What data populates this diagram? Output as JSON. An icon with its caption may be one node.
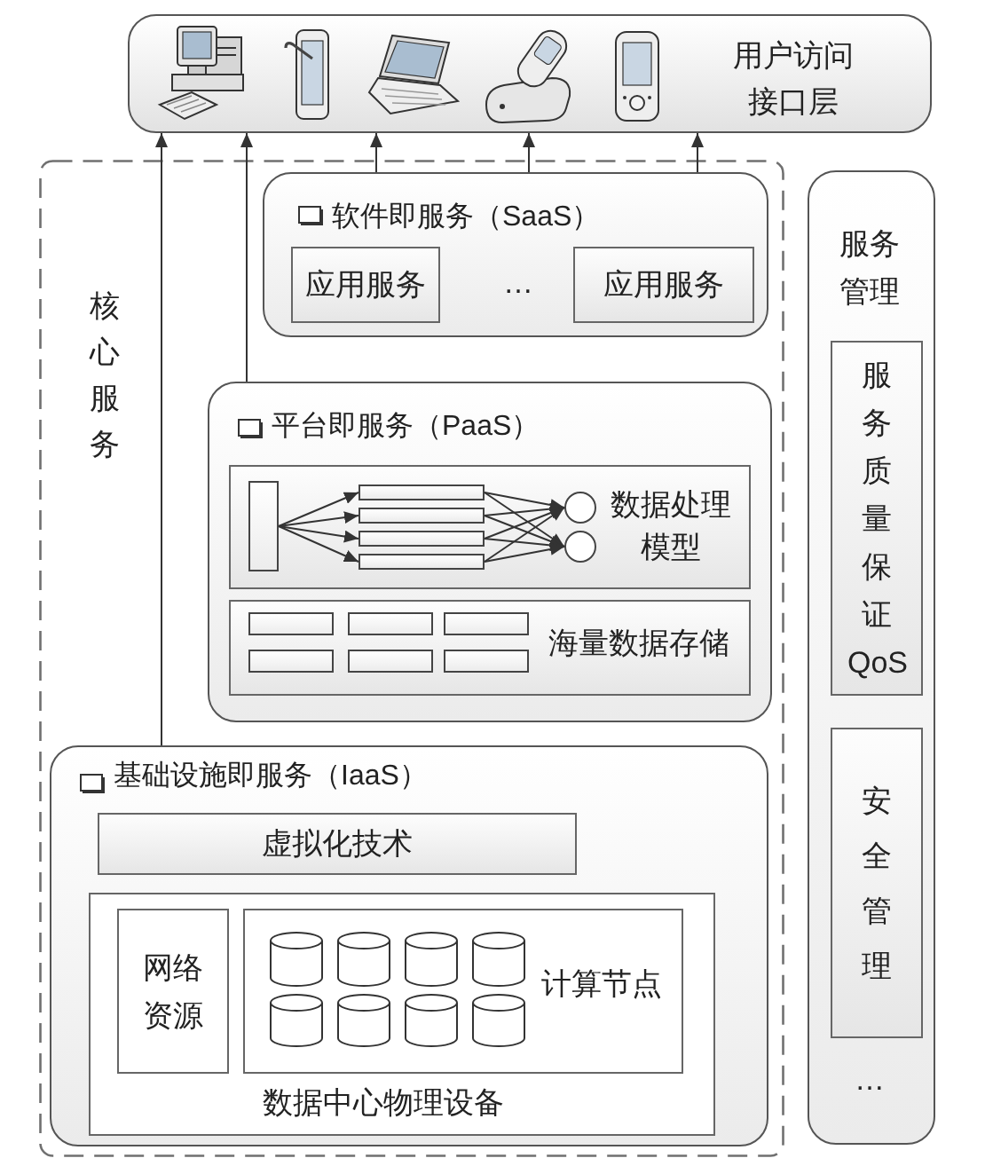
{
  "diagram": {
    "nodes": [
      {
        "text": [
          "用户访问接口层"
        ]
      },
      {
        "text": [
          "核心服务"
        ]
      },
      {
        "text": [
          "软件即服务（SaaS）"
        ],
        "in": 1
      },
      {
        "text": [
          "应用服务"
        ],
        "in": 2
      },
      {
        "text": [
          "应用服务"
        ],
        "in": 2
      },
      {
        "text": [
          "平台即服务（PaaS）"
        ],
        "in": 1
      },
      {
        "text": [
          "数据处理模型"
        ],
        "in": 5
      },
      {
        "text": [],
        "shape": "box",
        "in": 6
      },
      {
        "text": [],
        "shape": "bar",
        "in": 6
      },
      {
        "text": [],
        "shape": "bar",
        "in": 6
      },
      {
        "text": [],
        "shape": "bar",
        "in": 6
      },
      {
        "text": [],
        "shape": "bar",
        "in": 6
      },
      {
        "text": [],
        "shape": "circle",
        "in": 6
      },
      {
        "text": [],
        "shape": "circle",
        "in": 6
      },
      {
        "text": [
          "海量数据存储"
        ],
        "in": 5
      },
      {
        "text": [],
        "shape": "box",
        "in": 14
      },
      {
        "text": [],
        "shape": "box",
        "in": 14
      },
      {
        "text": [],
        "shape": "box",
        "in": 14
      },
      {
        "text": [],
        "shape": "box",
        "in": 14
      },
      {
        "text": [],
        "shape": "box",
        "in": 14
      },
      {
        "text": [],
        "shape": "box",
        "in": 14
      },
      {
        "text": [
          "基础设施即服务（IaaS）"
        ],
        "in": 1
      },
      {
        "text": [
          "虚拟化技术"
        ],
        "in": 21
      },
      {
        "text": [
          "数据中心物理设备"
        ],
        "in": 21
      },
      {
        "text": [
          "网络资源"
        ],
        "in": 23
      },
      {
        "text": [
          "计算节点"
        ],
        "in": 23
      },
      {
        "text": [],
        "shape": "cylinder",
        "in": 25
      },
      {
        "text": [],
        "shape": "cylinder",
        "in": 25
      },
      {
        "text": [],
        "shape": "cylinder",
        "in": 25
      },
      {
        "text": [],
        "shape": "cylinder",
        "in": 25
      },
      {
        "text": [],
        "shape": "cylinder",
        "in": 25
      },
      {
        "text": [],
        "shape": "cylinder",
        "in": 25
      },
      {
        "text": [],
        "shape": "cylinder",
        "in": 25
      },
      {
        "text": [],
        "shape": "cylinder",
        "in": 25
      },
      {
        "text": [
          "服务管理"
        ]
      },
      {
        "text": [
          "服务质量保证QoS"
        ],
        "in": 34
      },
      {
        "text": [
          "安全管理"
        ],
        "in": 34
      }
    ],
    "edges": [
      {
        "from": 21,
        "to": 0,
        "arrow": "to"
      },
      {
        "from": 5,
        "to": 0,
        "arrow": "to"
      },
      {
        "from": 2,
        "to": 0,
        "arrow": "to"
      },
      {
        "from": 2,
        "to": 0,
        "arrow": "to"
      },
      {
        "from": 2,
        "to": 0,
        "arrow": "to"
      },
      {
        "from": 7,
        "to": 8,
        "arrow": "to"
      },
      {
        "from": 7,
        "to": 9,
        "arrow": "to"
      },
      {
        "from": 7,
        "to": 10,
        "arrow": "to"
      },
      {
        "from": 7,
        "to": 11,
        "arrow": "to"
      },
      {
        "from": 8,
        "to": 12,
        "arrow": "to"
      },
      {
        "from": 8,
        "to": 13,
        "arrow": "to"
      },
      {
        "from": 9,
        "to": 12,
        "arrow": "to"
      },
      {
        "from": 9,
        "to": 13,
        "arrow": "to"
      },
      {
        "from": 10,
        "to": 12,
        "arrow": "to"
      },
      {
        "from": 10,
        "to": 13,
        "arrow": "to"
      },
      {
        "from": 11,
        "to": 12,
        "arrow": "to"
      },
      {
        "from": 11,
        "to": 13,
        "arrow": "to"
      }
    ],
    "labels": [
      "…",
      "…"
    ]
  }
}
